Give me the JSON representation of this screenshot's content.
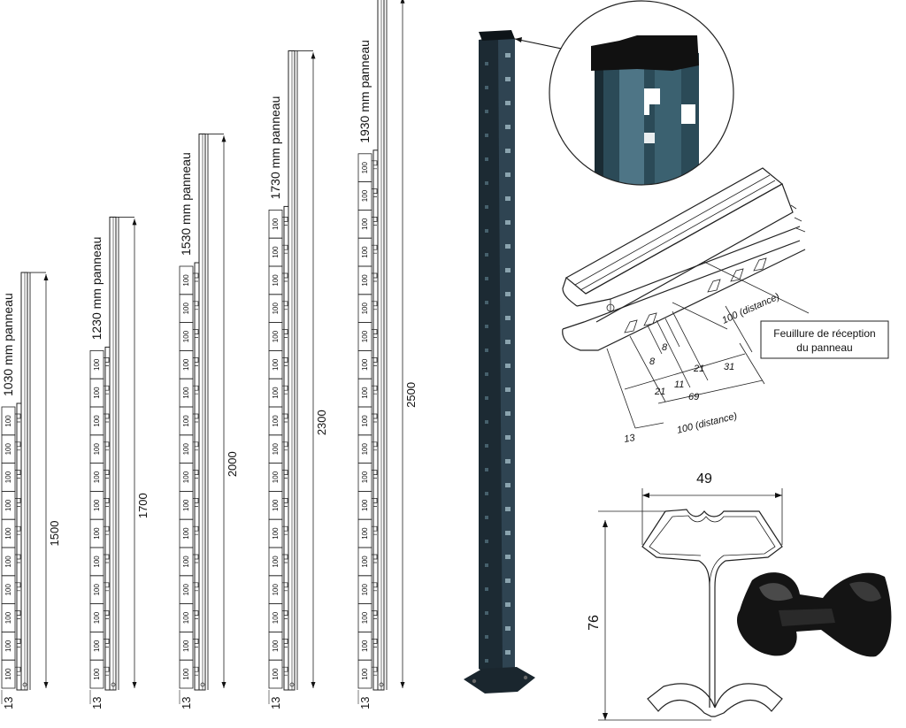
{
  "posts": [
    {
      "panel_label": "1030 mm panneau",
      "height_label": "1500",
      "base_label": "13",
      "slots": 10
    },
    {
      "panel_label": "1230 mm panneau",
      "height_label": "1700",
      "base_label": "13",
      "slots": 12
    },
    {
      "panel_label": "1530 mm panneau",
      "height_label": "2000",
      "base_label": "13",
      "slots": 15
    },
    {
      "panel_label": "1730 mm panneau",
      "height_label": "2300",
      "base_label": "13",
      "slots": 17
    },
    {
      "panel_label": "1930 mm panneau",
      "height_label": "2500",
      "base_label": "13",
      "slots": 19
    }
  ],
  "slot_label": "100",
  "detail": {
    "caption_line1": "Feuillure de réception",
    "caption_line2": "du panneau",
    "dim_distance_top": "100 (distance)",
    "dim_distance_bottom": "100 (distance)",
    "dim_8a": "8",
    "dim_8b": "8",
    "dim_21a": "21",
    "dim_21b": "21",
    "dim_11": "11",
    "dim_69": "69",
    "dim_31": "31",
    "dim_13": "13"
  },
  "section": {
    "width_label": "49",
    "height_label": "76"
  }
}
